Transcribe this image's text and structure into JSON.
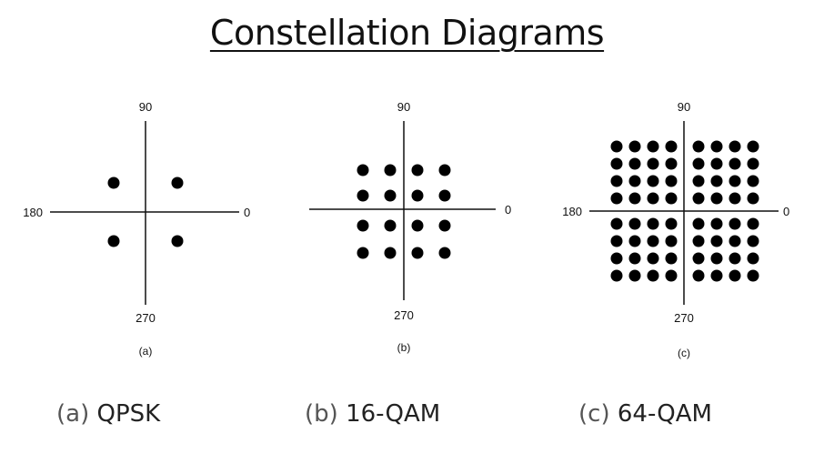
{
  "title": "Constellation Diagrams",
  "panels": [
    {
      "id": "a",
      "letter": "(a)",
      "caption_letter": "(a)",
      "caption_name": "QPSK",
      "axis_labels": {
        "top": "90",
        "right": "0",
        "bottom": "270",
        "left": "180"
      },
      "grid": 2
    },
    {
      "id": "b",
      "letter": "(b)",
      "caption_letter": "(b)",
      "caption_name": "16-QAM",
      "axis_labels": {
        "top": "90",
        "right": "0",
        "bottom": "270",
        "left": ""
      },
      "grid": 4
    },
    {
      "id": "c",
      "letter": "(c)",
      "caption_letter": "(c)",
      "caption_name": "64-QAM",
      "axis_labels": {
        "top": "90",
        "right": "0",
        "bottom": "270",
        "left": "180"
      },
      "grid": 8
    }
  ],
  "colors": {
    "dot": "#000000",
    "axis": "#111111"
  }
}
